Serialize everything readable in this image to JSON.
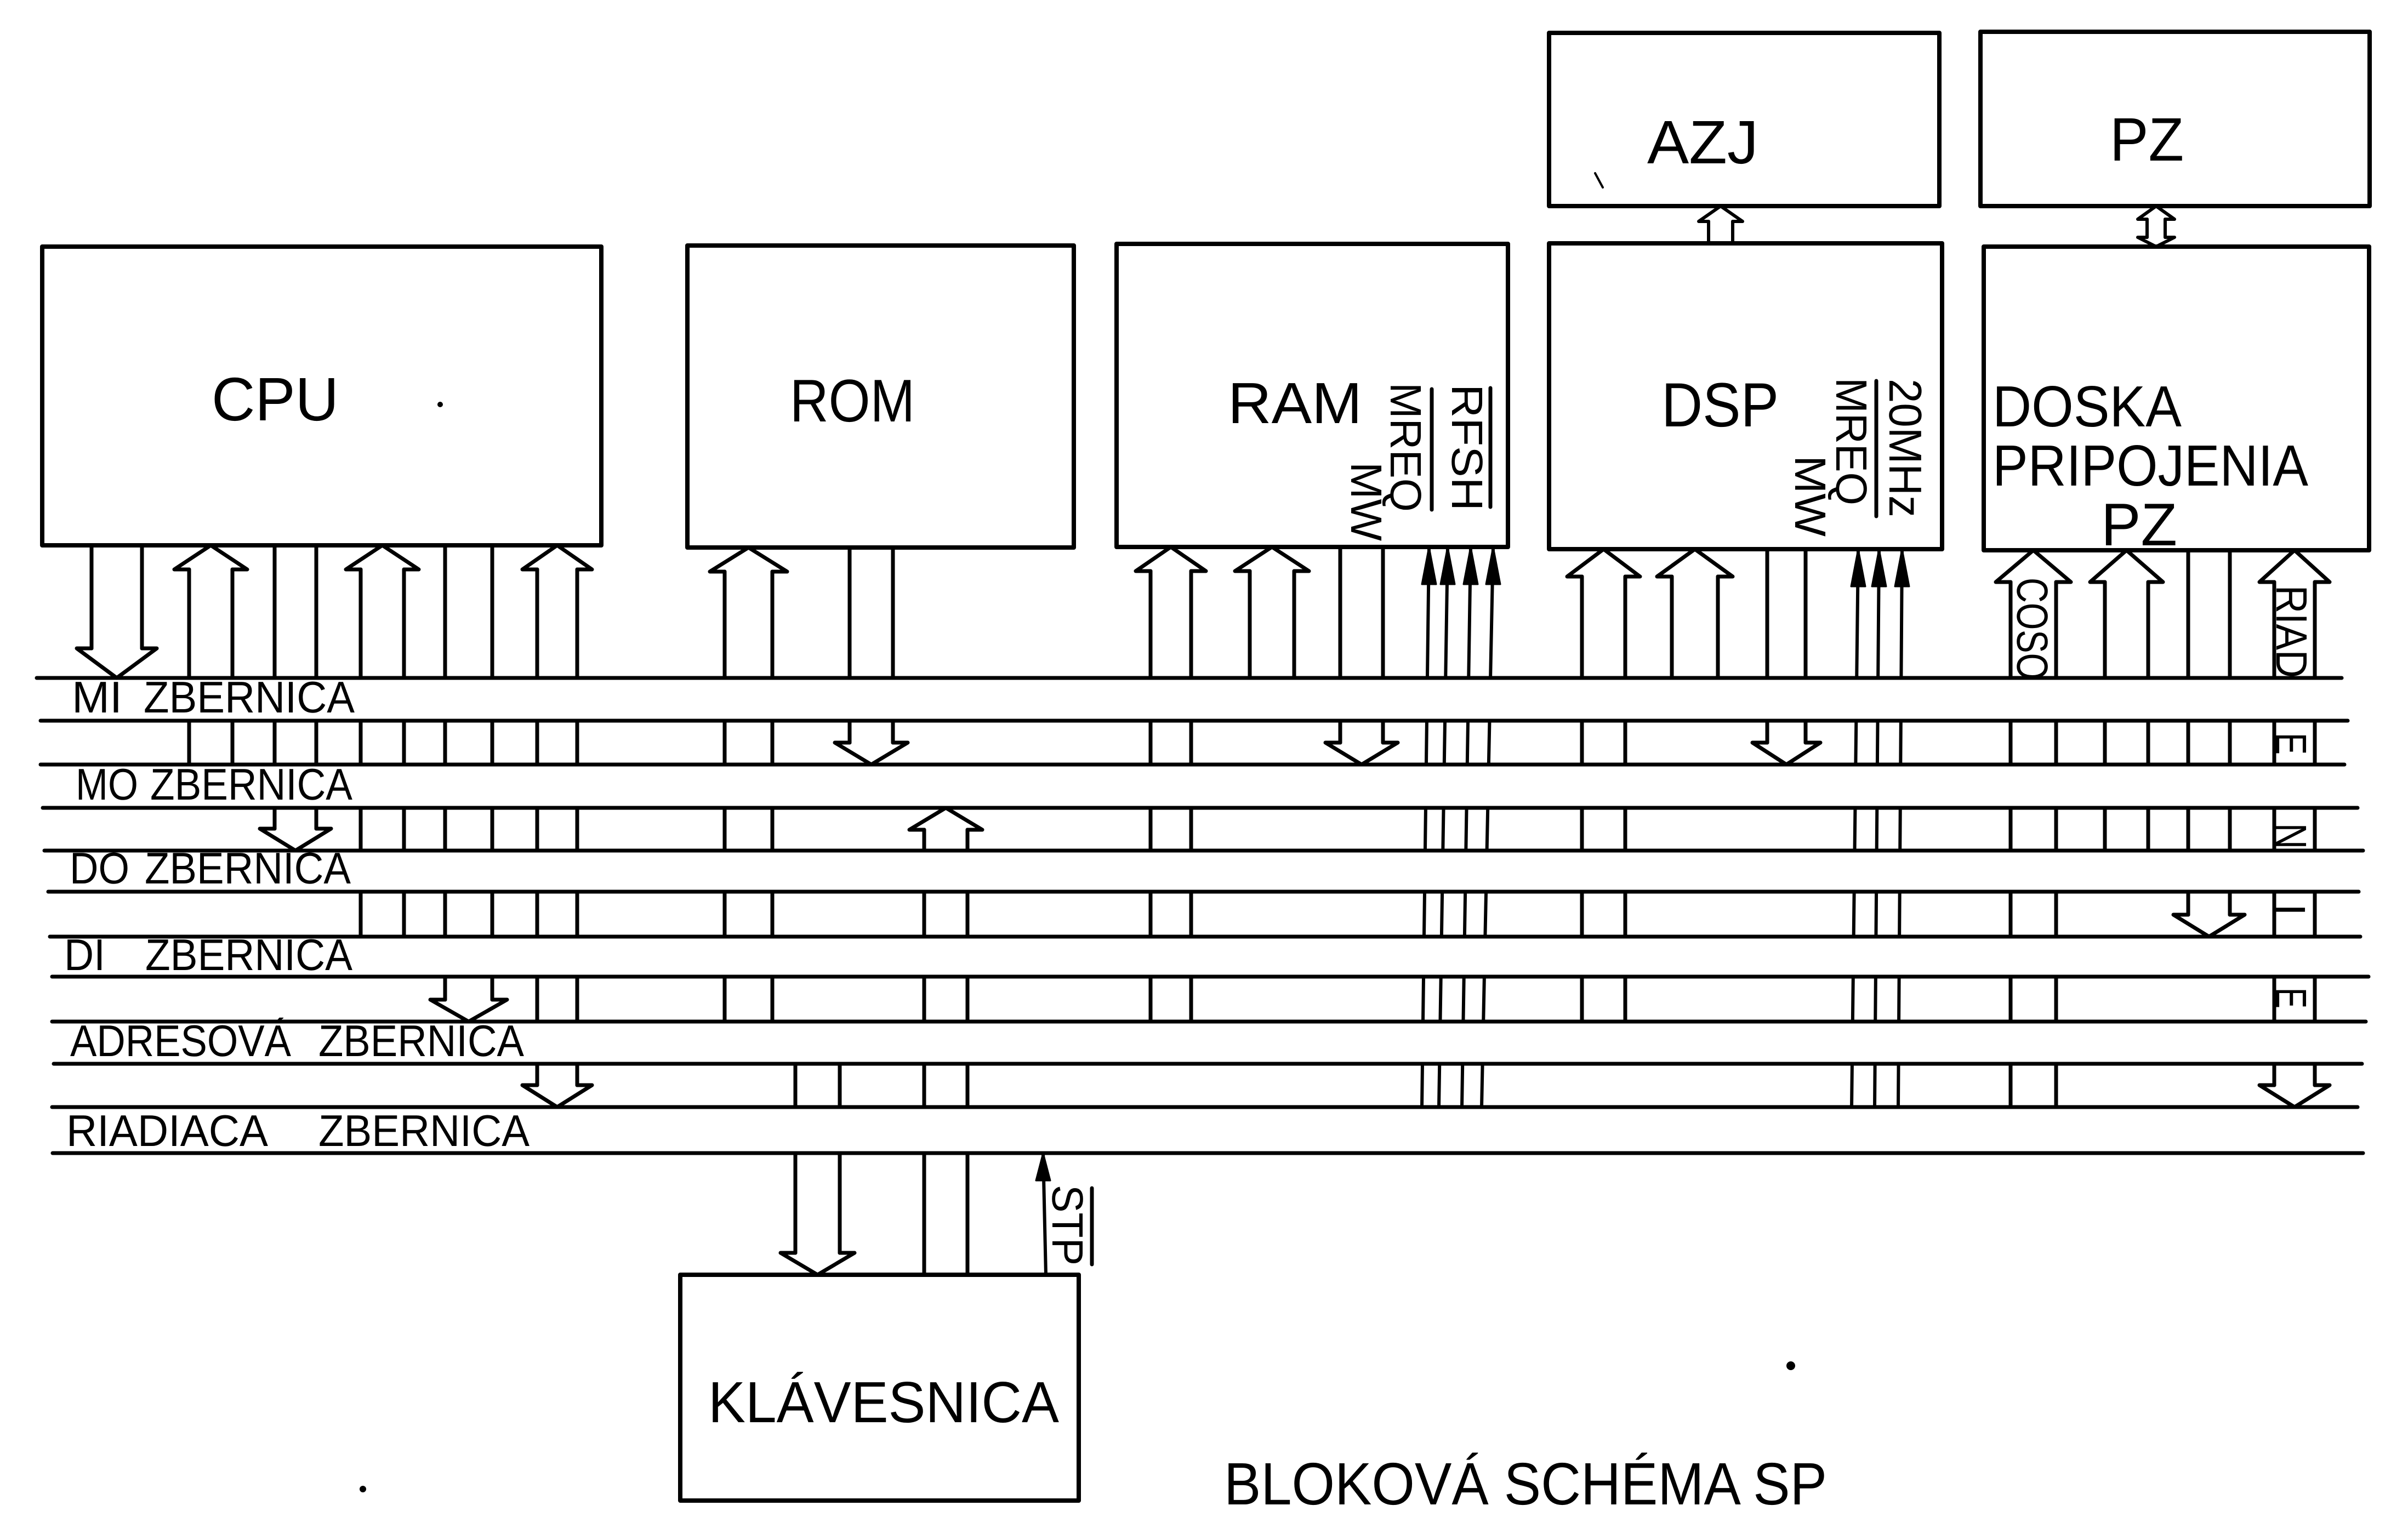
{
  "title": "BLOKOVÁ SCHÉMA SP",
  "colors": {
    "ink": "#000000",
    "paper": "#ffffff"
  },
  "units": {
    "cpu": {
      "label": "CPU"
    },
    "rom": {
      "label": "ROM"
    },
    "ram": {
      "label": "RAM",
      "signals": [
        {
          "name": "MW",
          "active_low": false
        },
        {
          "name": "MREQ",
          "active_low": true
        },
        {
          "name": "RFSH",
          "active_low": true
        }
      ]
    },
    "dsp": {
      "label": "DSP",
      "signals": [
        {
          "name": "MW",
          "active_low": false
        },
        {
          "name": "MREQ",
          "active_low": true
        },
        {
          "name": "20MHz",
          "active_low": false
        }
      ]
    },
    "doska": {
      "label": "DOSKA PRIPOJENIA PZ"
    },
    "azj": {
      "label": "AZJ"
    },
    "pz": {
      "label": "PZ"
    },
    "klavesnica": {
      "label": "KLÁVESNICA"
    }
  },
  "buses": [
    {
      "id": "mi",
      "label": "MI ZBERNICA"
    },
    {
      "id": "mo",
      "label": "MO ZBERNICA"
    },
    {
      "id": "do",
      "label": "DO ZBERNICA"
    },
    {
      "id": "di",
      "label": "DI ZBERNICA"
    },
    {
      "id": "adr",
      "label": "ADRESOVÁ ZBERNICA"
    },
    {
      "id": "riad",
      "label": "RIADIACA ZBERNICA"
    }
  ],
  "connections": [
    {
      "id": "cpu-mi",
      "unit": "cpu",
      "bus": "mi",
      "kind": "bus",
      "direction": "to-bus"
    },
    {
      "id": "cpu-mo",
      "unit": "cpu",
      "bus": "mo",
      "kind": "bus",
      "direction": "to-unit"
    },
    {
      "id": "cpu-do",
      "unit": "cpu",
      "bus": "do",
      "kind": "bus",
      "direction": "to-bus"
    },
    {
      "id": "cpu-di",
      "unit": "cpu",
      "bus": "di",
      "kind": "bus",
      "direction": "to-unit"
    },
    {
      "id": "cpu-adr",
      "unit": "cpu",
      "bus": "adr",
      "kind": "bus",
      "direction": "to-bus"
    },
    {
      "id": "cpu-riad",
      "unit": "cpu",
      "bus": "riad",
      "kind": "bus",
      "direction": "both"
    },
    {
      "id": "rom-adr",
      "unit": "rom",
      "bus": "adr",
      "kind": "bus",
      "direction": "to-unit"
    },
    {
      "id": "rom-mo",
      "unit": "rom",
      "bus": "mo",
      "kind": "bus",
      "direction": "to-bus"
    },
    {
      "id": "ram-adr",
      "unit": "ram",
      "bus": "adr",
      "kind": "bus",
      "direction": "to-unit"
    },
    {
      "id": "ram-mi",
      "unit": "ram",
      "bus": "mi",
      "kind": "bus",
      "direction": "to-unit"
    },
    {
      "id": "ram-mo",
      "unit": "ram",
      "bus": "mo",
      "kind": "bus",
      "direction": "to-bus"
    },
    {
      "id": "ram-riad",
      "unit": "ram",
      "bus": "riad",
      "kind": "signal",
      "wires": 4,
      "direction": "to-unit"
    },
    {
      "id": "dsp-adr",
      "unit": "dsp",
      "bus": "adr",
      "kind": "bus",
      "direction": "to-unit"
    },
    {
      "id": "dsp-mi",
      "unit": "dsp",
      "bus": "mi",
      "kind": "bus",
      "direction": "to-unit"
    },
    {
      "id": "dsp-mo",
      "unit": "dsp",
      "bus": "mo",
      "kind": "bus",
      "direction": "to-bus"
    },
    {
      "id": "dsp-riad",
      "unit": "dsp",
      "bus": "riad",
      "kind": "signal",
      "wires": 3,
      "direction": "to-unit"
    },
    {
      "id": "doska-coso",
      "unit": "doska",
      "bus": "riad",
      "kind": "bus",
      "direction": "to-unit",
      "label": "COSO"
    },
    {
      "id": "doska-do",
      "unit": "doska",
      "bus": "do",
      "kind": "bus",
      "direction": "to-unit"
    },
    {
      "id": "doska-di",
      "unit": "doska",
      "bus": "di",
      "kind": "bus",
      "direction": "to-bus"
    },
    {
      "id": "doska-riadenie",
      "unit": "doska",
      "bus": "riad",
      "kind": "bus",
      "direction": "both",
      "label": "RIADENIE"
    },
    {
      "id": "klavesnica-adr",
      "unit": "klavesnica",
      "bus": "adr",
      "kind": "bus",
      "direction": "to-unit"
    },
    {
      "id": "klavesnica-mo",
      "unit": "klavesnica",
      "bus": "mo",
      "kind": "bus",
      "direction": "to-bus"
    },
    {
      "id": "klavesnica-stp",
      "unit": "klavesnica",
      "bus": "riad",
      "kind": "signal",
      "wires": 1,
      "direction": "to-bus",
      "label": "STP",
      "active_low": true
    }
  ],
  "links": [
    {
      "id": "dsp-azj",
      "from": "dsp",
      "to": "azj",
      "kind": "bus",
      "direction": "to-target"
    },
    {
      "id": "doska-pz",
      "from": "doska",
      "to": "pz",
      "kind": "bus",
      "direction": "both"
    }
  ]
}
